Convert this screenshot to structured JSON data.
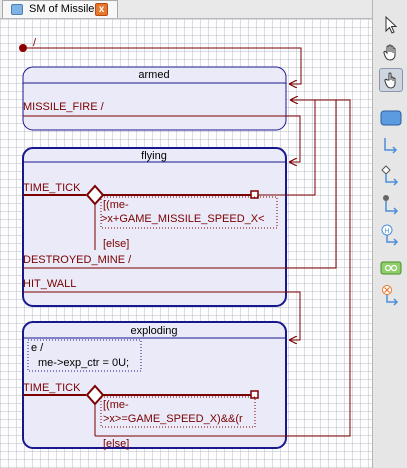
{
  "tab": {
    "label": "SM of Missile",
    "close_glyph": "x"
  },
  "diagram": {
    "initial_label": "/",
    "states": {
      "armed": {
        "title": "armed",
        "transition_label": "MISSILE_FIRE /"
      },
      "flying": {
        "title": "flying",
        "tick_label": "TIME_TICK",
        "guard_line1": "[(me-",
        "guard_line2": ">x+GAME_MISSILE_SPEED_X<",
        "else_label": "[else]",
        "destroyed_label": "DESTROYED_MINE /",
        "hit_wall_label": "HIT_WALL"
      },
      "exploding": {
        "title": "exploding",
        "entry_line1": "e /",
        "entry_line2": "me->exp_ctr = 0U;",
        "tick_label": "TIME_TICK",
        "guard_line1": "[(me-",
        "guard_line2": ">x>=GAME_SPEED_X)&&(r",
        "else_label": "[else]"
      }
    }
  },
  "palette": {
    "tools": [
      {
        "name": "select-tool",
        "icon": "arrow-pointer-icon",
        "active": false
      },
      {
        "name": "pan-tool",
        "icon": "hand-icon",
        "active": false
      },
      {
        "name": "hand-click-tool",
        "icon": "hand-pointer-icon",
        "active": true
      },
      {
        "name": "state-tool",
        "icon": "state-box-icon",
        "active": false
      },
      {
        "name": "transition-tool",
        "icon": "transition-arrow-icon",
        "active": false
      },
      {
        "name": "choice-tool",
        "icon": "choice-diamond-icon",
        "active": false
      },
      {
        "name": "initial-tool",
        "icon": "initial-dot-icon",
        "active": false
      },
      {
        "name": "history-tool",
        "icon": "history-h-icon",
        "active": false
      },
      {
        "name": "submachine-tool",
        "icon": "submachine-icon",
        "active": false
      },
      {
        "name": "exit-point-tool",
        "icon": "exit-point-icon",
        "active": false
      }
    ],
    "colors": {
      "state_fill": "#eaeaf8",
      "state_border": "#18188e",
      "transition": "#7a0000",
      "accent": "#4d8fd8"
    }
  }
}
